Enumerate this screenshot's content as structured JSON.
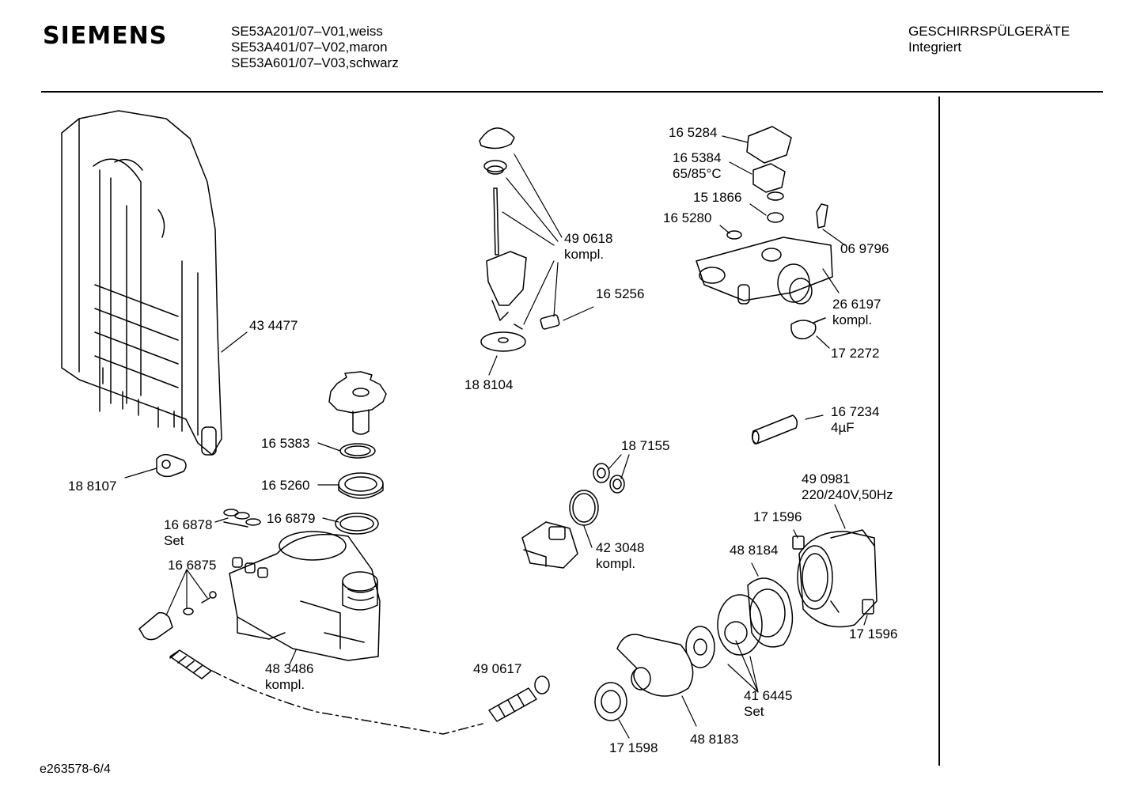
{
  "header": {
    "brand": "SIEMENS",
    "models": [
      "SE53A201/07–V01,weiss",
      "SE53A401/07–V02,maron",
      "SE53A601/07–V03,schwarz"
    ],
    "category": "GESCHIRRSPÜLGERÄTE",
    "subcategory": "Integriert"
  },
  "footer": {
    "drawing_id": "e263578-6/4"
  },
  "parts": [
    {
      "id": "p434477",
      "lines": [
        "43 4477"
      ]
    },
    {
      "id": "p188107",
      "lines": [
        "18 8107"
      ]
    },
    {
      "id": "p165383",
      "lines": [
        "16 5383"
      ]
    },
    {
      "id": "p165260",
      "lines": [
        "16 5260"
      ]
    },
    {
      "id": "p166879",
      "lines": [
        "16 6879"
      ]
    },
    {
      "id": "p166878",
      "lines": [
        "16 6878",
        "Set"
      ]
    },
    {
      "id": "p166875",
      "lines": [
        "16 6875"
      ]
    },
    {
      "id": "p483486",
      "lines": [
        "48 3486",
        "kompl."
      ]
    },
    {
      "id": "p490617",
      "lines": [
        "49 0617"
      ]
    },
    {
      "id": "p490618",
      "lines": [
        "49 0618",
        "kompl."
      ]
    },
    {
      "id": "p165256",
      "lines": [
        "16 5256"
      ]
    },
    {
      "id": "p188104",
      "lines": [
        "18 8104"
      ]
    },
    {
      "id": "p165284",
      "lines": [
        "16 5284"
      ]
    },
    {
      "id": "p165384",
      "lines": [
        "16 5384",
        "65/85°C"
      ]
    },
    {
      "id": "p151866",
      "lines": [
        "15 1866"
      ]
    },
    {
      "id": "p165280",
      "lines": [
        "16 5280"
      ]
    },
    {
      "id": "p069796",
      "lines": [
        "06 9796"
      ]
    },
    {
      "id": "p266197",
      "lines": [
        "26 6197",
        "kompl."
      ]
    },
    {
      "id": "p172272",
      "lines": [
        "17 2272"
      ]
    },
    {
      "id": "p167234",
      "lines": [
        "16 7234",
        "4µF"
      ]
    },
    {
      "id": "p187155",
      "lines": [
        "18 7155"
      ]
    },
    {
      "id": "p423048",
      "lines": [
        "42 3048",
        "kompl."
      ]
    },
    {
      "id": "p490981",
      "lines": [
        "49 0981",
        "220/240V,50Hz"
      ]
    },
    {
      "id": "p171596a",
      "lines": [
        "17 1596"
      ]
    },
    {
      "id": "p488184",
      "lines": [
        "48 8184"
      ]
    },
    {
      "id": "p171596b",
      "lines": [
        "17 1596"
      ]
    },
    {
      "id": "p416445",
      "lines": [
        "41 6445",
        "Set"
      ]
    },
    {
      "id": "p488183",
      "lines": [
        "48 8183"
      ]
    },
    {
      "id": "p171598",
      "lines": [
        "17 1598"
      ]
    }
  ]
}
